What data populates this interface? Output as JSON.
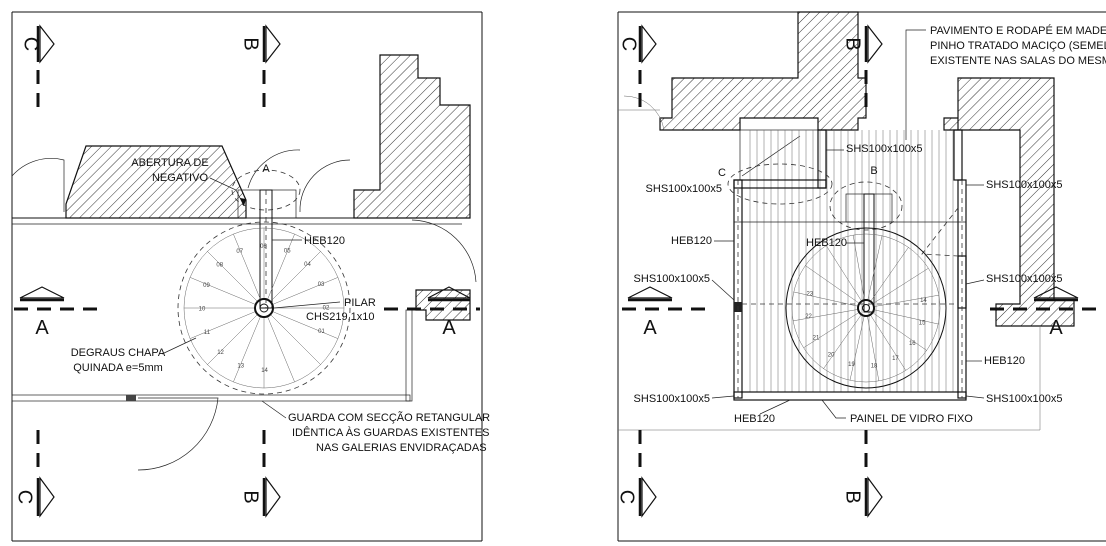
{
  "left_plan": {
    "labels": {
      "abertura": [
        "ABERTURA DE",
        "NEGATIVO"
      ],
      "heb120": "HEB120",
      "pilar": [
        "PILAR",
        "CHS219,1x10"
      ],
      "degraus": [
        "DEGRAUS CHAPA",
        "QUINADA e=5mm"
      ],
      "guarda": [
        "GUARDA COM SECÇÃO RETANGULAR",
        "IDÊNTICA ÀS GUARDAS EXISTENTES",
        "NAS GALERIAS ENVIDRAÇADAS"
      ],
      "detail_a": "A"
    },
    "step_numbers": [
      "01",
      "02",
      "03",
      "04",
      "05",
      "06",
      "07",
      "08",
      "09",
      "10",
      "11",
      "12",
      "13",
      "14"
    ],
    "section_marks": {
      "top_c": "C",
      "top_b": "B",
      "left_a": "A",
      "right_a": "A",
      "bottom_c": "C",
      "bottom_b": "B"
    }
  },
  "right_plan": {
    "labels": {
      "pavimento": [
        "PAVIMENTO E RODAPÉ EM MADEIRA",
        "PINHO TRATADO MACIÇO (SEMELHA",
        "EXISTENTE NAS SALAS DO MESMO P"
      ],
      "shs_top": "SHS100x100x5",
      "shs_left_top": "SHS100x100x5",
      "shs_right_top": "SHS100x100x5",
      "heb_left": "HEB120",
      "heb_center": "HEB120",
      "shs_left_mid": "SHS100x100x5",
      "shs_right_mid": "SHS100x100x5",
      "heb_right": "HEB120",
      "shs_left_bot": "SHS100x100x5",
      "shs_right_bot": "SHS100x100x5",
      "heb_bottom": "HEB120",
      "painel": "PAINEL DE VIDRO FIXO",
      "detail_b": "B",
      "detail_c": "C"
    },
    "step_numbers": [
      "14",
      "15",
      "16",
      "17",
      "18",
      "19",
      "20",
      "21",
      "22",
      "23"
    ],
    "section_marks": {
      "top_c": "C",
      "top_b": "B",
      "left_a": "A",
      "right_a": "A",
      "bottom_c": "C",
      "bottom_b": "B"
    }
  }
}
